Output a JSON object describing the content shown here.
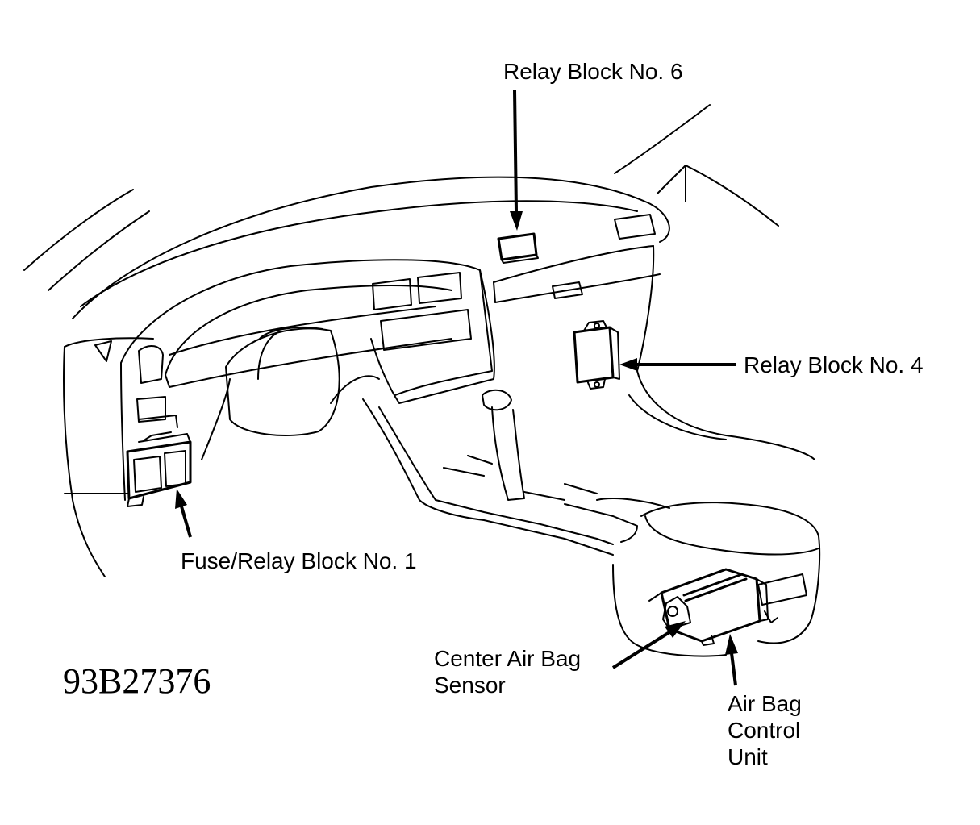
{
  "diagram": {
    "figure_id": "93B27376",
    "labels": {
      "relay_block_6": "Relay Block No. 6",
      "relay_block_4": "Relay Block No. 4",
      "fuse_relay_block_1": "Fuse/Relay Block No. 1",
      "center_air_bag_sensor": [
        "Center Air Bag",
        "Sensor"
      ],
      "air_bag_control_unit": [
        "Air Bag",
        "Control",
        "Unit"
      ]
    },
    "colors": {
      "ink": "#000000",
      "paper": "#ffffff"
    }
  }
}
